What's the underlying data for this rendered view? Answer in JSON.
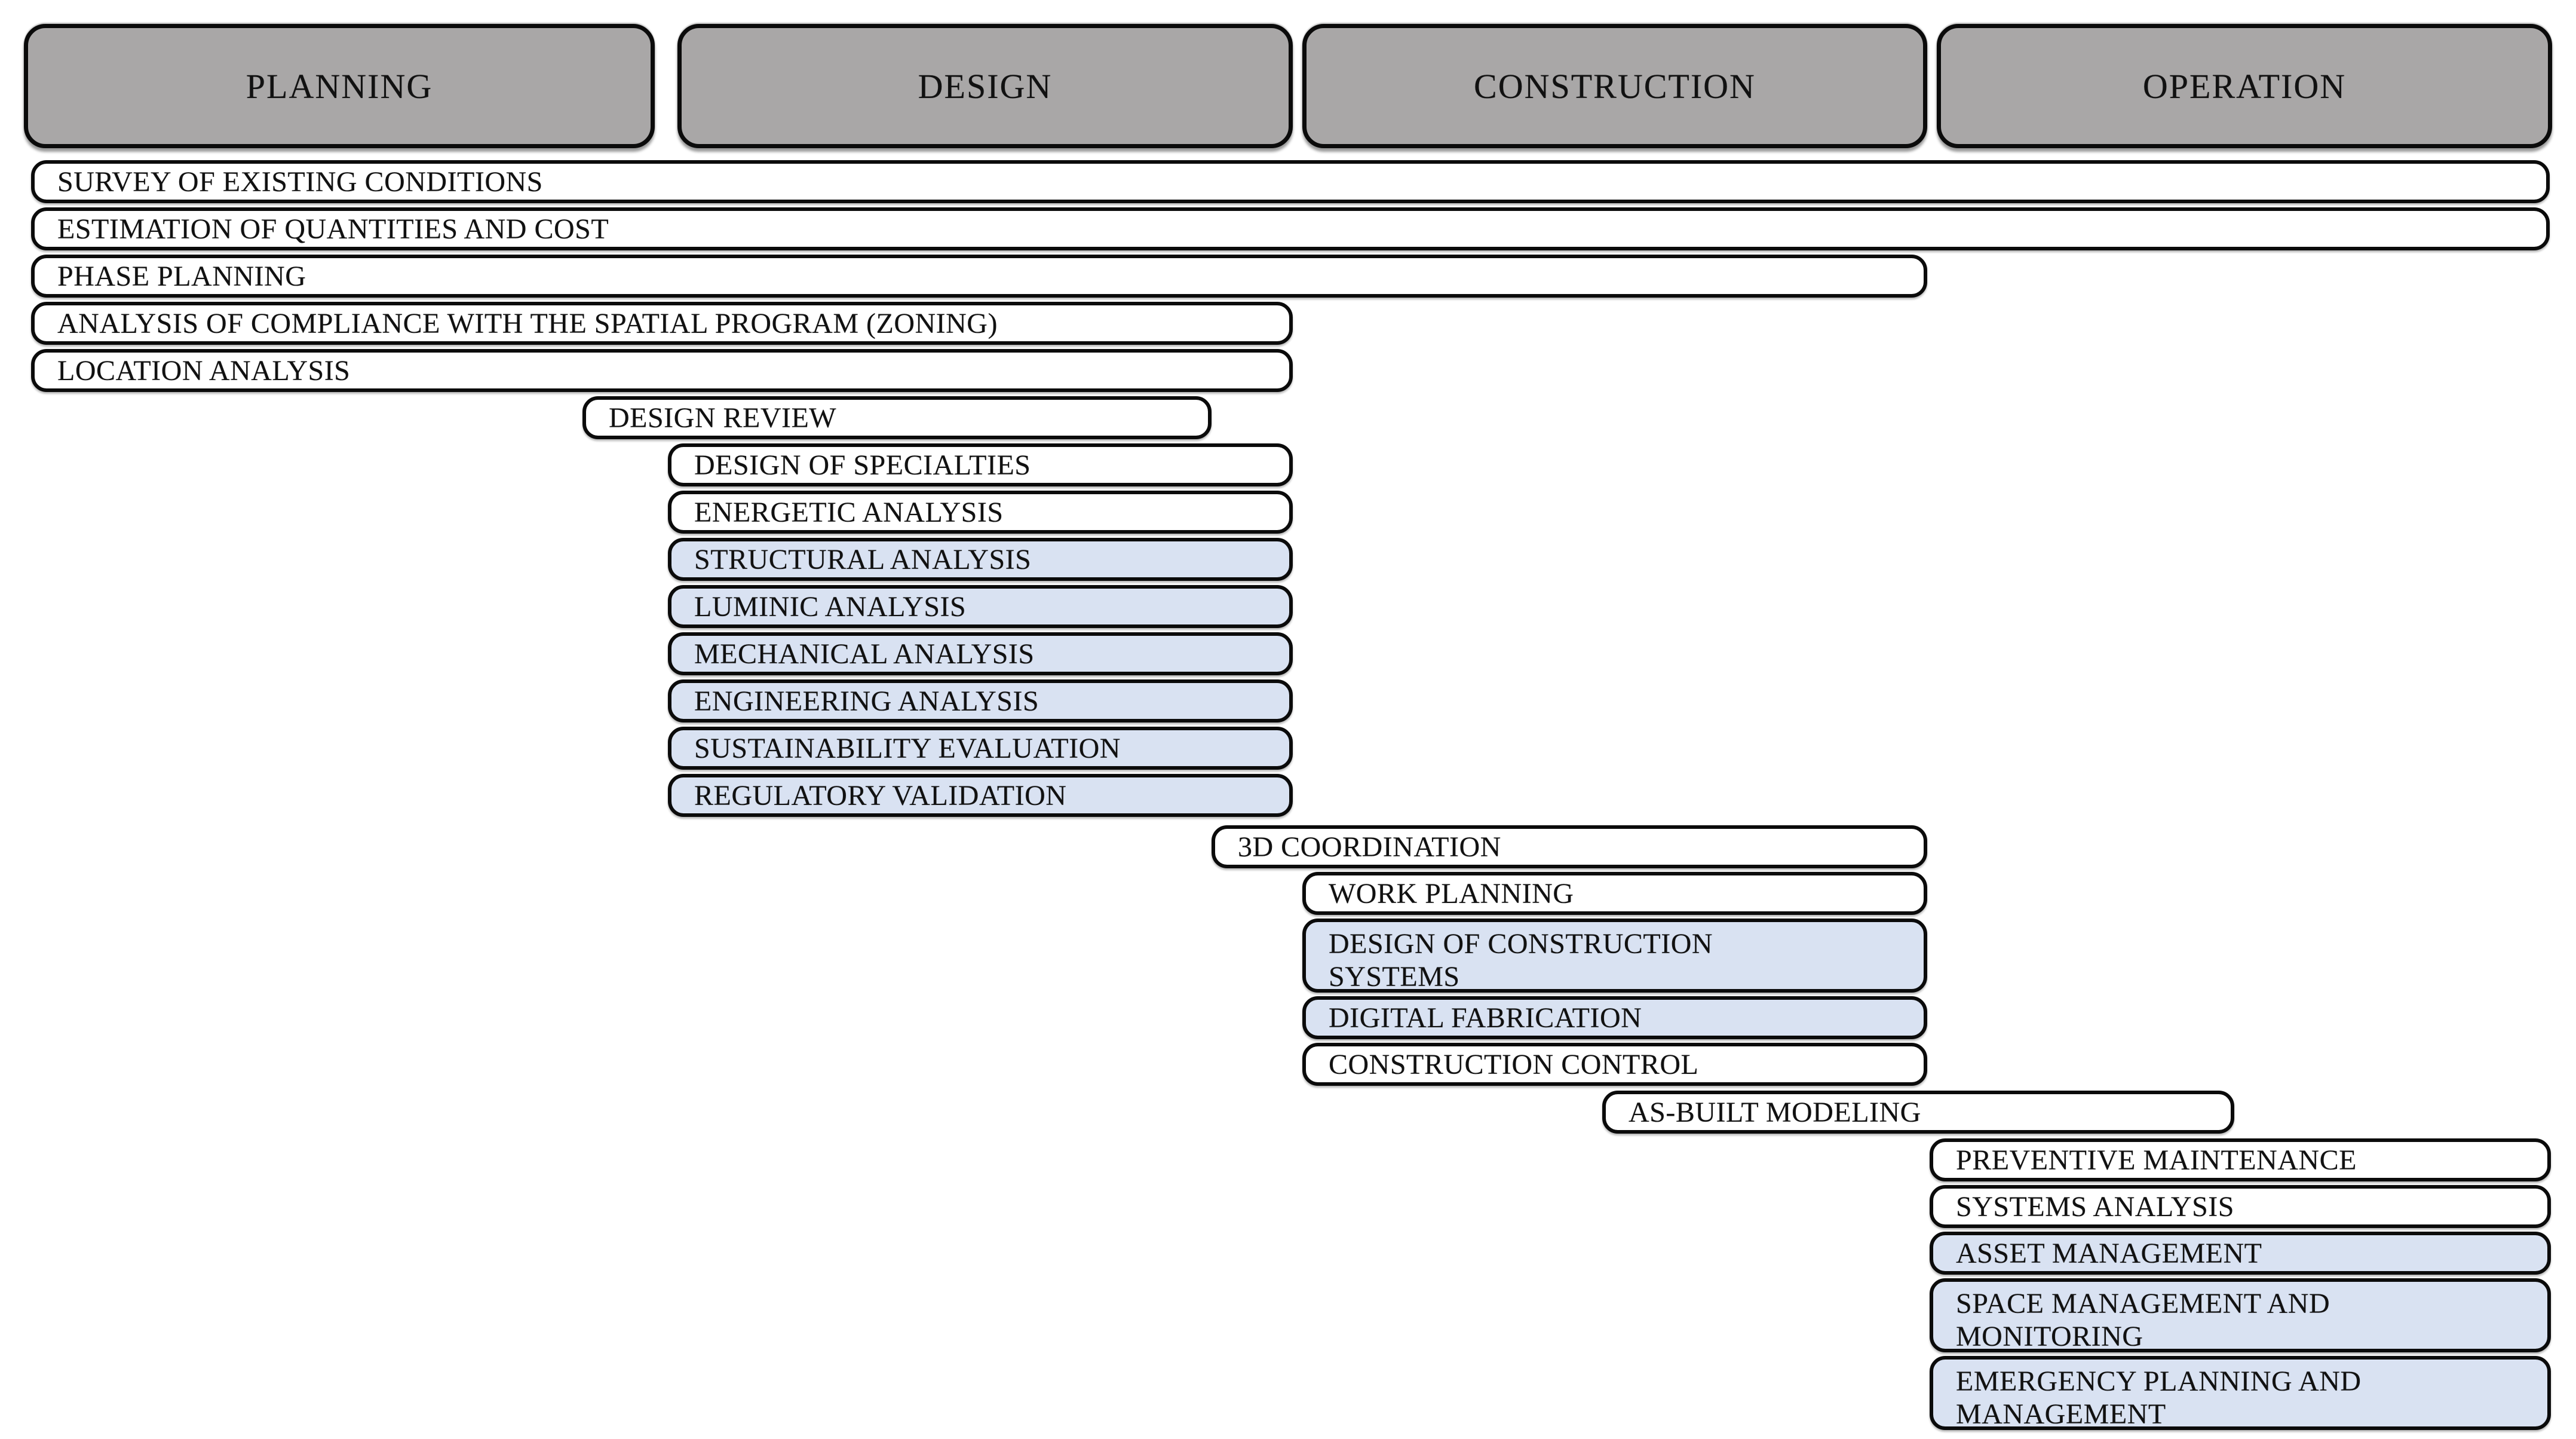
{
  "figure": {
    "description": "BIM uses mapped across building life-cycle phases",
    "phases": [
      {
        "label": "PLANNING"
      },
      {
        "label": "DESIGN"
      },
      {
        "label": "CONSTRUCTION"
      },
      {
        "label": "OPERATION"
      }
    ],
    "uses": [
      {
        "label": "SURVEY OF EXISTING CONDITIONS",
        "lines": [
          "SURVEY OF EXISTING CONDITIONS"
        ],
        "fill": "white",
        "phase_start": "PLANNING",
        "phase_end": "OPERATION"
      },
      {
        "label": "ESTIMATION OF QUANTITIES AND COST",
        "lines": [
          "ESTIMATION OF QUANTITIES AND COST"
        ],
        "fill": "white",
        "phase_start": "PLANNING",
        "phase_end": "OPERATION"
      },
      {
        "label": "PHASE PLANNING",
        "lines": [
          "PHASE PLANNING"
        ],
        "fill": "white",
        "phase_start": "PLANNING",
        "phase_end": "CONSTRUCTION"
      },
      {
        "label": "ANALYSIS OF COMPLIANCE WITH THE SPATIAL PROGRAM (ZONING)",
        "lines": [
          "ANALYSIS OF COMPLIANCE WITH THE SPATIAL PROGRAM (ZONING)"
        ],
        "fill": "white",
        "phase_start": "PLANNING",
        "phase_end": "DESIGN"
      },
      {
        "label": "LOCATION ANALYSIS",
        "lines": [
          "LOCATION ANALYSIS"
        ],
        "fill": "white",
        "phase_start": "PLANNING",
        "phase_end": "DESIGN"
      },
      {
        "label": "DESIGN REVIEW",
        "lines": [
          "DESIGN REVIEW"
        ],
        "fill": "white",
        "phase_start": "PLANNING",
        "phase_end": "DESIGN"
      },
      {
        "label": "DESIGN OF SPECIALTIES",
        "lines": [
          "DESIGN OF SPECIALTIES"
        ],
        "fill": "white",
        "phase_start": "DESIGN",
        "phase_end": "DESIGN"
      },
      {
        "label": "ENERGETIC ANALYSIS",
        "lines": [
          "ENERGETIC ANALYSIS"
        ],
        "fill": "white",
        "phase_start": "DESIGN",
        "phase_end": "DESIGN"
      },
      {
        "label": "STRUCTURAL ANALYSIS",
        "lines": [
          "STRUCTURAL ANALYSIS"
        ],
        "fill": "blue",
        "phase_start": "DESIGN",
        "phase_end": "DESIGN"
      },
      {
        "label": "LUMINIC ANALYSIS",
        "lines": [
          "LUMINIC ANALYSIS"
        ],
        "fill": "blue",
        "phase_start": "DESIGN",
        "phase_end": "DESIGN"
      },
      {
        "label": "MECHANICAL ANALYSIS",
        "lines": [
          "MECHANICAL ANALYSIS"
        ],
        "fill": "blue",
        "phase_start": "DESIGN",
        "phase_end": "DESIGN"
      },
      {
        "label": "ENGINEERING ANALYSIS",
        "lines": [
          "ENGINEERING ANALYSIS"
        ],
        "fill": "blue",
        "phase_start": "DESIGN",
        "phase_end": "DESIGN"
      },
      {
        "label": "SUSTAINABILITY EVALUATION",
        "lines": [
          "SUSTAINABILITY EVALUATION"
        ],
        "fill": "blue",
        "phase_start": "DESIGN",
        "phase_end": "DESIGN"
      },
      {
        "label": "REGULATORY VALIDATION",
        "lines": [
          "REGULATORY VALIDATION"
        ],
        "fill": "blue",
        "phase_start": "DESIGN",
        "phase_end": "DESIGN"
      },
      {
        "label": "3D COORDINATION",
        "lines": [
          "3D COORDINATION"
        ],
        "fill": "white",
        "phase_start": "DESIGN",
        "phase_end": "CONSTRUCTION"
      },
      {
        "label": "WORK PLANNING",
        "lines": [
          "WORK PLANNING"
        ],
        "fill": "white",
        "phase_start": "CONSTRUCTION",
        "phase_end": "CONSTRUCTION"
      },
      {
        "label": "DESIGN OF CONSTRUCTION SYSTEMS",
        "lines": [
          "DESIGN OF CONSTRUCTION",
          "SYSTEMS"
        ],
        "fill": "blue",
        "phase_start": "CONSTRUCTION",
        "phase_end": "CONSTRUCTION"
      },
      {
        "label": "DIGITAL FABRICATION",
        "lines": [
          "DIGITAL FABRICATION"
        ],
        "fill": "blue",
        "phase_start": "CONSTRUCTION",
        "phase_end": "CONSTRUCTION"
      },
      {
        "label": "CONSTRUCTION CONTROL",
        "lines": [
          "CONSTRUCTION CONTROL"
        ],
        "fill": "white",
        "phase_start": "CONSTRUCTION",
        "phase_end": "CONSTRUCTION"
      },
      {
        "label": "AS-BUILT MODELING",
        "lines": [
          "AS-BUILT MODELING"
        ],
        "fill": "white",
        "phase_start": "CONSTRUCTION",
        "phase_end": "OPERATION"
      },
      {
        "label": "PREVENTIVE MAINTENANCE",
        "lines": [
          "PREVENTIVE MAINTENANCE"
        ],
        "fill": "white",
        "phase_start": "OPERATION",
        "phase_end": "OPERATION"
      },
      {
        "label": "SYSTEMS ANALYSIS",
        "lines": [
          "SYSTEMS ANALYSIS"
        ],
        "fill": "white",
        "phase_start": "OPERATION",
        "phase_end": "OPERATION"
      },
      {
        "label": "ASSET MANAGEMENT",
        "lines": [
          "ASSET MANAGEMENT"
        ],
        "fill": "blue",
        "phase_start": "OPERATION",
        "phase_end": "OPERATION"
      },
      {
        "label": "SPACE MANAGEMENT AND MONITORING",
        "lines": [
          "SPACE MANAGEMENT AND",
          "MONITORING"
        ],
        "fill": "blue",
        "phase_start": "OPERATION",
        "phase_end": "OPERATION"
      },
      {
        "label": "EMERGENCY PLANNING AND MANAGEMENT",
        "lines": [
          "EMERGENCY PLANNING AND",
          "MANAGEMENT"
        ],
        "fill": "blue",
        "phase_start": "OPERATION",
        "phase_end": "OPERATION"
      }
    ]
  },
  "colors": {
    "background": "#ffffff",
    "phase_header_fill": "#a9a7a7",
    "use_fill_white": "#ffffff",
    "use_fill_blue": "#d9e2f2",
    "border": "#0b0b0b",
    "text": "#111111"
  }
}
